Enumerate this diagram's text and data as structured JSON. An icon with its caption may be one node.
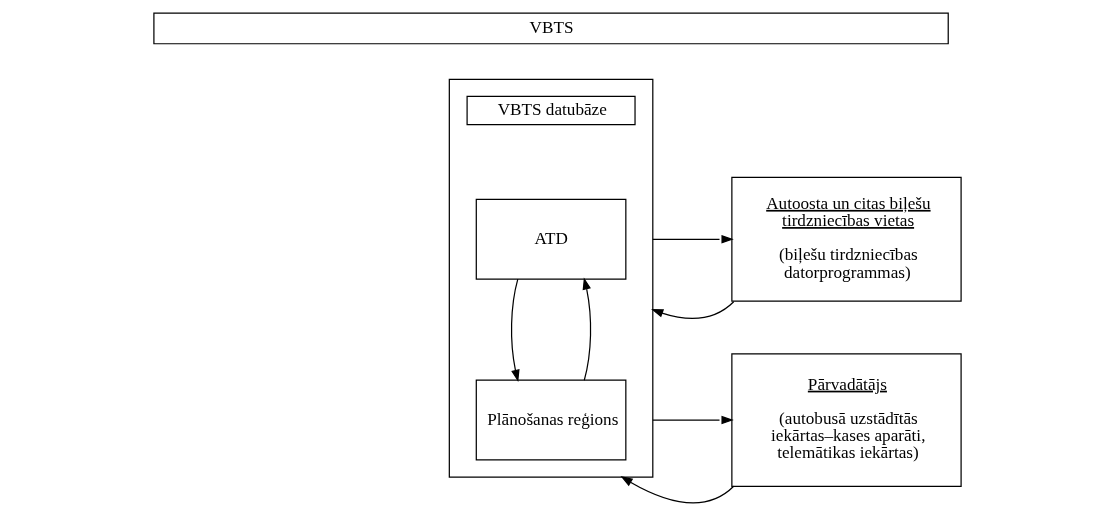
{
  "diagram": {
    "nodes": [
      {
        "text": [
          "VBTS"
        ]
      },
      {
        "text": [],
        "shape": "box"
      },
      {
        "text": [
          "VBTS datubāze"
        ],
        "in": 1
      },
      {
        "text": [
          "ATD"
        ],
        "in": 1
      },
      {
        "text": [
          "Plānošanas reģions"
        ],
        "in": 1
      },
      {
        "text": [
          "Autoosta un citas biļešu tirdzniecības vietas",
          "(biļešu tirdzniecības datorprogrammas)"
        ]
      },
      {
        "text": [
          "Pārvadātājs",
          "(autobusā uzstādītās iekārtas–kases aparāti, telemātikas iekārtas)"
        ]
      }
    ],
    "edges": [
      {
        "from": 3,
        "to": 4,
        "arrow": "to"
      },
      {
        "from": 4,
        "to": 3,
        "arrow": "to"
      },
      {
        "from": 1,
        "to": 5,
        "arrow": "to"
      },
      {
        "from": 5,
        "to": 1,
        "arrow": "to"
      },
      {
        "from": 1,
        "to": 6,
        "arrow": "to"
      },
      {
        "from": 6,
        "to": 1,
        "arrow": "to"
      }
    ]
  }
}
